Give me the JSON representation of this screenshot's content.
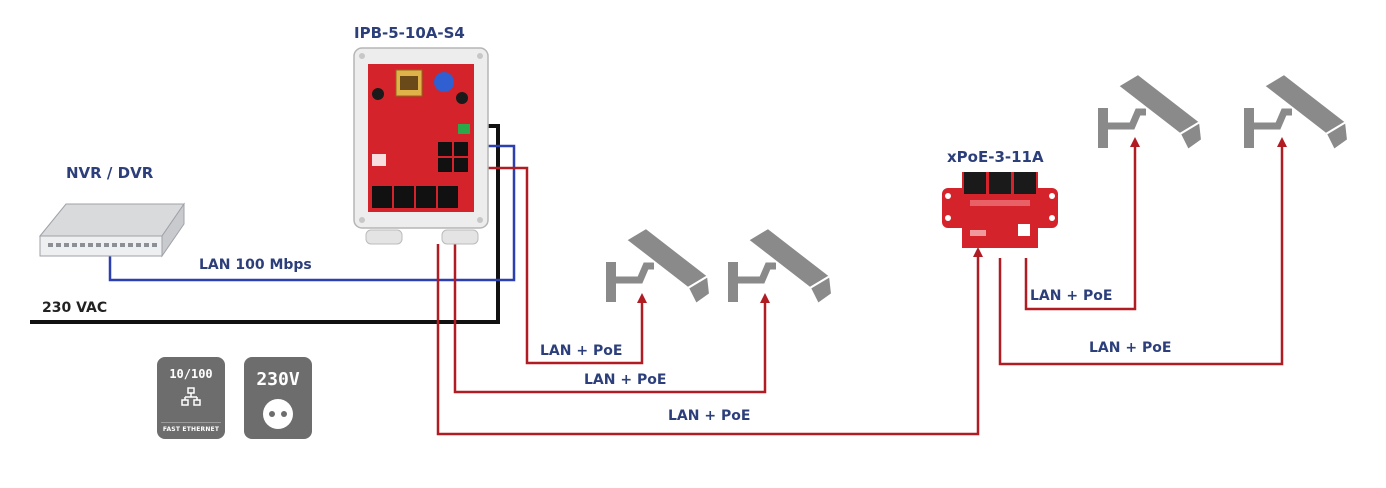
{
  "devices": {
    "main_switch": {
      "title": "IPB-5-10A-S4"
    },
    "nvr": {
      "title": "NVR / DVR"
    },
    "poe_extender": {
      "title": "xPoE-3-11A"
    }
  },
  "links": {
    "nvr_lan": "LAN 100 Mbps",
    "mains": "230 VAC",
    "poe_1": "LAN + PoE",
    "poe_2": "LAN + PoE",
    "poe_3": "LAN + PoE",
    "poe_4": "LAN + PoE",
    "poe_5": "LAN + PoE"
  },
  "badges": {
    "ethernet": {
      "top": "10/100",
      "sub": "FAST ETHERNET",
      "icon": "network-icon"
    },
    "power": {
      "top": "230V",
      "icon": "power-socket-icon"
    }
  },
  "colors": {
    "title": "#2c3f7a",
    "lan_blue": "#2b3fb0",
    "power_black": "#111111",
    "poe_red": "#b01c22",
    "camera_gray": "#8a8a8a",
    "board_red": "#d4232a"
  }
}
